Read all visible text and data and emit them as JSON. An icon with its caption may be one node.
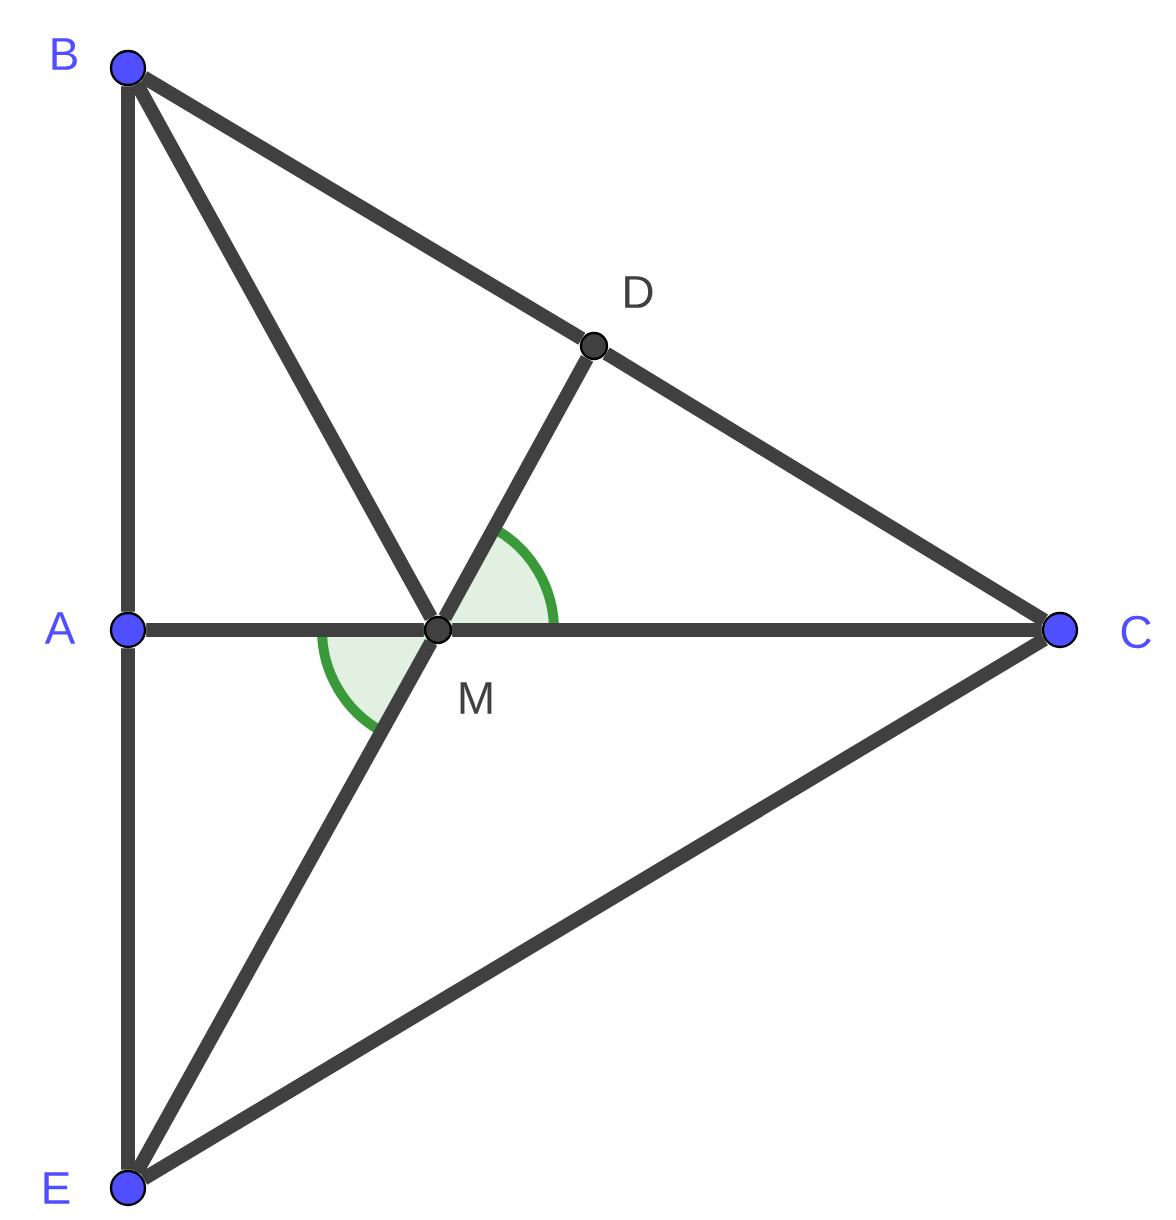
{
  "diagram": {
    "nodes": [
      {
        "text": [
          "B"
        ]
      },
      {
        "text": [
          "D"
        ]
      },
      {
        "text": [
          "A"
        ]
      },
      {
        "text": [
          "M"
        ]
      },
      {
        "text": [
          "C"
        ]
      },
      {
        "text": [
          "E"
        ]
      }
    ],
    "edges": [
      {
        "from": 0,
        "to": 2,
        "arrow": "none"
      },
      {
        "from": 2,
        "to": 5,
        "arrow": "none"
      },
      {
        "from": 0,
        "to": 1,
        "arrow": "none"
      },
      {
        "from": 1,
        "to": 4,
        "arrow": "none"
      },
      {
        "from": 5,
        "to": 4,
        "arrow": "none"
      },
      {
        "from": 2,
        "to": 3,
        "arrow": "none"
      },
      {
        "from": 3,
        "to": 4,
        "arrow": "none"
      },
      {
        "from": 0,
        "to": 3,
        "arrow": "none"
      },
      {
        "from": 5,
        "to": 3,
        "arrow": "none"
      },
      {
        "from": 3,
        "to": 1,
        "arrow": "none"
      }
    ]
  }
}
